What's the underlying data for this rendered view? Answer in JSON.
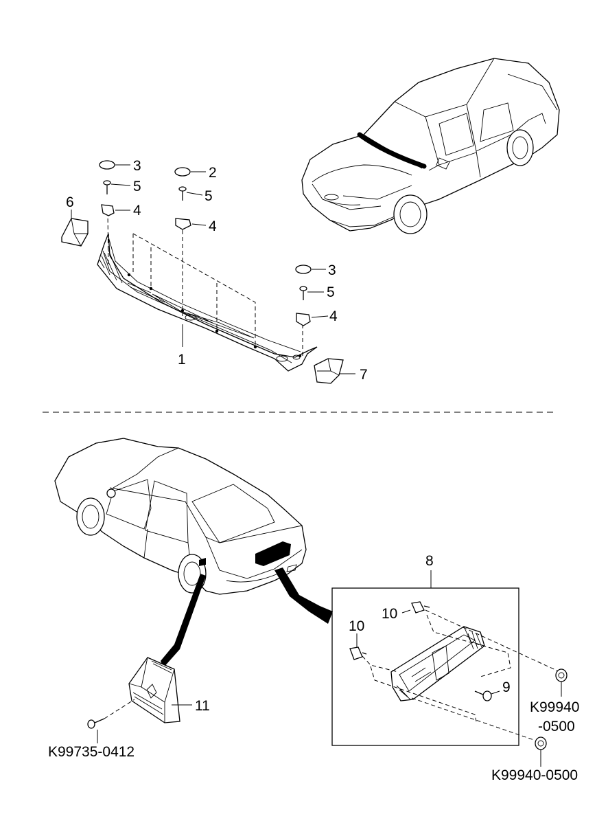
{
  "callouts": {
    "c1": "1",
    "c2": "2",
    "c3a": "3",
    "c3b": "3",
    "c4a": "4",
    "c4b": "4",
    "c4c": "4",
    "c5a": "5",
    "c5b": "5",
    "c5c": "5",
    "c6": "6",
    "c7": "7",
    "c8": "8",
    "c9": "9",
    "c10a": "10",
    "c10b": "10",
    "c11": "11"
  },
  "part_numbers": {
    "pn_k99735": "K99735-0412",
    "pn_k99940_line1": "K99940",
    "pn_k99940_line2": "-0500",
    "pn_k99940_full": "K99940-0500"
  }
}
